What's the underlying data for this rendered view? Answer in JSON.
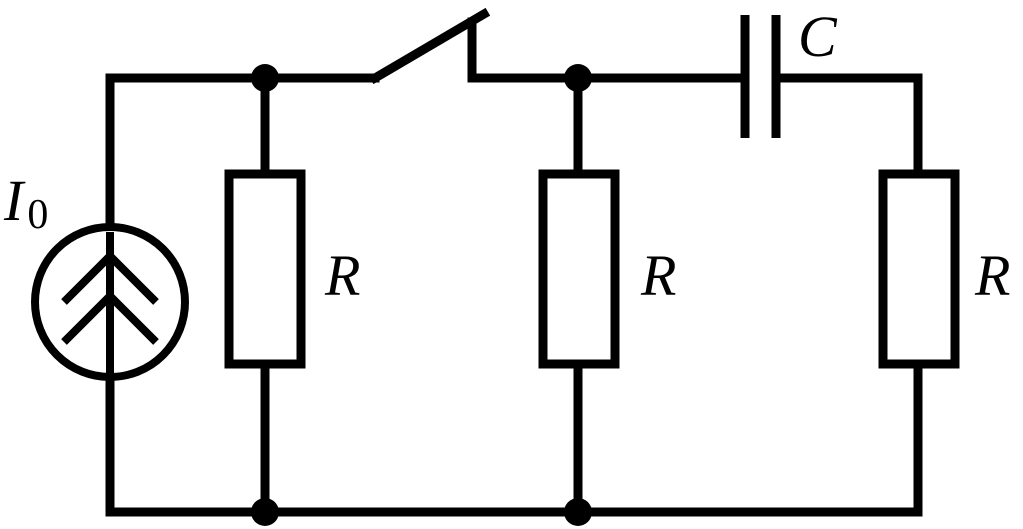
{
  "labels": {
    "current_source": "I",
    "current_source_subscript": "0",
    "capacitor": "C",
    "resistor_1": "R",
    "resistor_2": "R",
    "resistor_3": "R"
  }
}
